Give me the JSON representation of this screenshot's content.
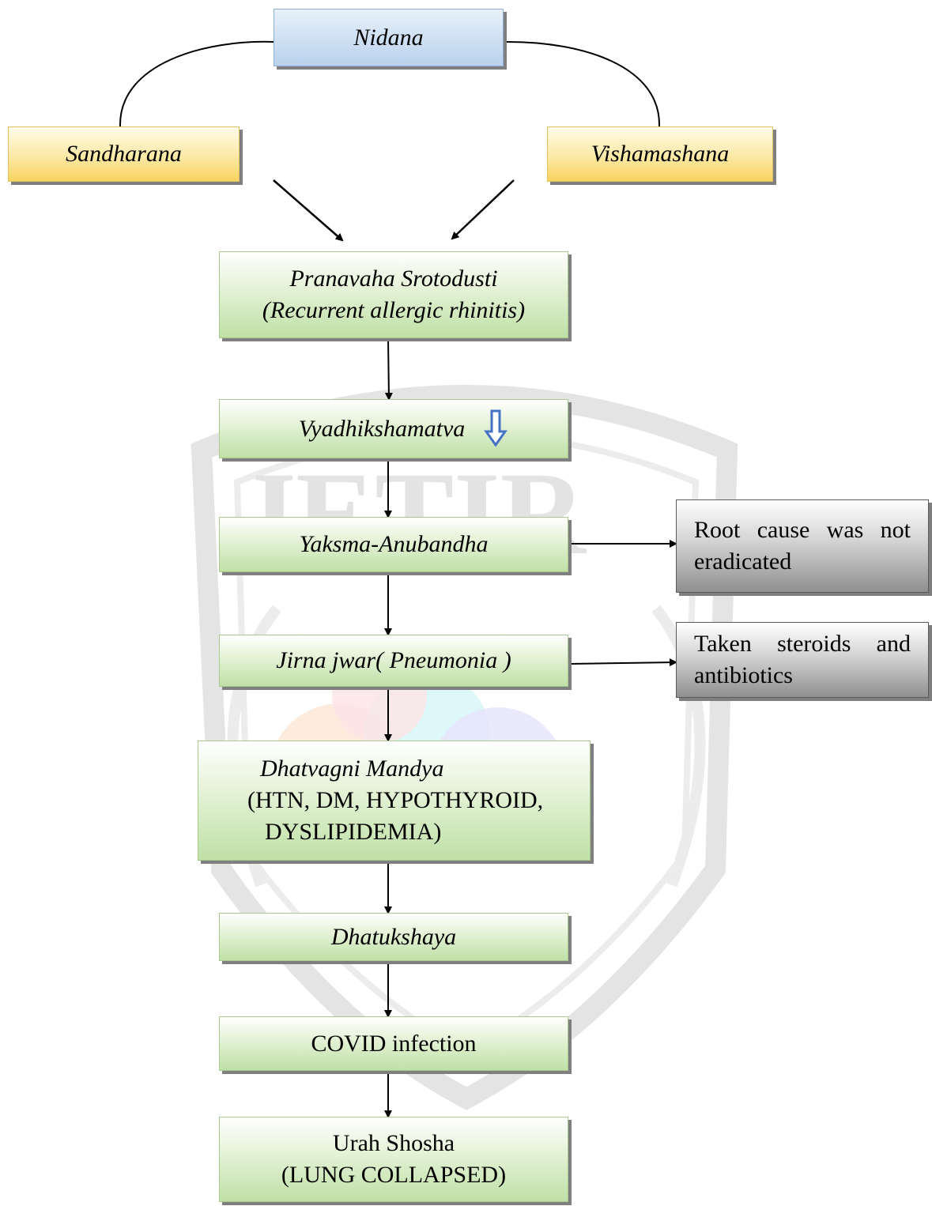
{
  "nodes": {
    "nidana": "Nidana",
    "sandharana": "Sandharana",
    "vishamashana": "Vishamashana",
    "pranavaha": {
      "line1": "Pranavaha Srotodusti",
      "line2": "(Recurrent allergic rhinitis)"
    },
    "vyadhikshamatva": "Vyadhikshamatva",
    "yaksma": "Yaksma-Anubandha",
    "jirna": "Jirna jwar( Pneumonia )",
    "dhatvagni": {
      "line1": "Dhatvagni Mandya",
      "line2": "(HTN, DM, HYPOTHYROID,",
      "line3": "DYSLIPIDEMIA)"
    },
    "dhatukshaya": "Dhatukshaya",
    "covid": "COVID infection",
    "urah": {
      "line1": "Urah Shosha",
      "line2": "(LUNG COLLAPSED)"
    }
  },
  "side_notes": {
    "root_cause": {
      "line1": "Root cause was not",
      "line2": "eradicated"
    },
    "steroids": {
      "line1": "Taken steroids and",
      "line2": "antibiotics"
    }
  },
  "watermark": {
    "text": "JETIR"
  },
  "colors": {
    "blue_fill": "#b9d1ec",
    "yellow_fill": "#f7d35e",
    "green_fill": "#bfe0a6",
    "gray_fill": "#8f8f8f",
    "decrease_arrow": "#4472c4",
    "watermark": "#d9d9d9"
  },
  "icons": {
    "decrease_indicator": "down-arrow-icon"
  }
}
